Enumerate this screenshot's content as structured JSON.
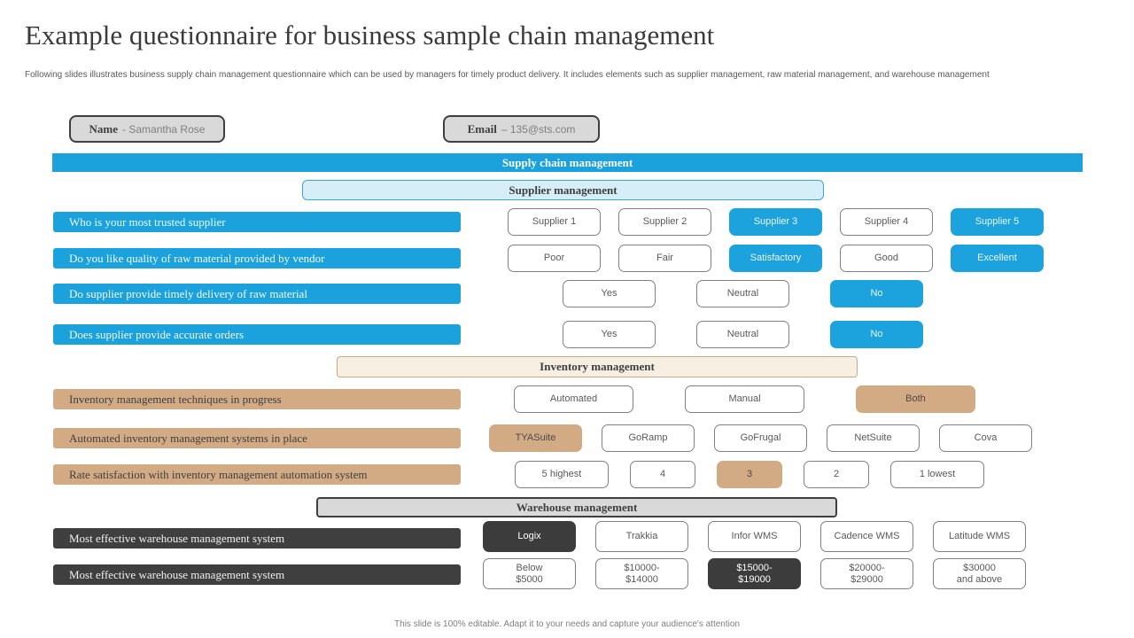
{
  "slide": {
    "title": "Example questionnaire for business sample chain management",
    "subtitle": "Following slides illustrates business supply chain management questionnaire which can be used by managers for timely product delivery. It includes elements such as supplier management, raw material management, and warehouse management",
    "footer": "This slide is 100% editable. Adapt it to your needs and capture your audience's attention"
  },
  "fields": {
    "name_label": "Name",
    "name_value": "- Samantha Rose",
    "email_label": "Email",
    "email_value": "– 135@sts.com"
  },
  "sections": {
    "supply_chain": "Supply chain management",
    "supplier": "Supplier management",
    "inventory": "Inventory management",
    "warehouse": "Warehouse management"
  },
  "colors": {
    "blue": "#1ba1dc",
    "light_blue_fill": "#d6eef8",
    "tan": "#d2ab84",
    "cream_fill": "#f8efe3",
    "gray_fill": "#d9d9d9",
    "dark": "#3f3f3f"
  },
  "questions": [
    {
      "text": "Who is your most trusted supplier",
      "theme": "blue",
      "options": [
        {
          "label": "Supplier 1",
          "selected": false
        },
        {
          "label": "Supplier 2",
          "selected": false
        },
        {
          "label": "Supplier 3",
          "selected": true
        },
        {
          "label": "Supplier 4",
          "selected": false
        },
        {
          "label": "Supplier 5",
          "selected": true
        }
      ]
    },
    {
      "text": "Do you like quality of raw material provided by vendor",
      "theme": "blue",
      "options": [
        {
          "label": "Poor",
          "selected": false
        },
        {
          "label": "Fair",
          "selected": false
        },
        {
          "label": "Satisfactory",
          "selected": true
        },
        {
          "label": "Good",
          "selected": false
        },
        {
          "label": "Excellent",
          "selected": true
        }
      ]
    },
    {
      "text": "Do supplier provide timely delivery of raw material",
      "theme": "blue",
      "options": [
        {
          "label": "Yes",
          "selected": false
        },
        {
          "label": "Neutral",
          "selected": false
        },
        {
          "label": "No",
          "selected": true
        }
      ]
    },
    {
      "text": "Does supplier provide accurate orders",
      "theme": "blue",
      "options": [
        {
          "label": "Yes",
          "selected": false
        },
        {
          "label": "Neutral",
          "selected": false
        },
        {
          "label": "No",
          "selected": true
        }
      ]
    },
    {
      "text": "Inventory management techniques in progress",
      "theme": "tan",
      "options": [
        {
          "label": "Automated",
          "selected": false
        },
        {
          "label": "Manual",
          "selected": false
        },
        {
          "label": "Both",
          "selected": true
        }
      ]
    },
    {
      "text": "Automated inventory management systems in place",
      "theme": "tan",
      "options": [
        {
          "label": "TYASuite",
          "selected": true
        },
        {
          "label": "GoRamp",
          "selected": false
        },
        {
          "label": "GoFrugal",
          "selected": false
        },
        {
          "label": "NetSuite",
          "selected": false
        },
        {
          "label": "Cova",
          "selected": false
        }
      ]
    },
    {
      "text": "Rate satisfaction with inventory management automation system",
      "theme": "tan",
      "options": [
        {
          "label": "5 highest",
          "selected": false
        },
        {
          "label": "4",
          "selected": false
        },
        {
          "label": "3",
          "selected": true
        },
        {
          "label": "2",
          "selected": false
        },
        {
          "label": "1 lowest",
          "selected": false
        }
      ]
    },
    {
      "text": "Most effective warehouse management system",
      "theme": "dark",
      "options": [
        {
          "label": "Logix",
          "selected": true
        },
        {
          "label": "Trakkia",
          "selected": false
        },
        {
          "label": "Infor WMS",
          "selected": false
        },
        {
          "label": "Cadence WMS",
          "selected": false
        },
        {
          "label": "Latitude WMS",
          "selected": false
        }
      ]
    },
    {
      "text": "Most effective warehouse management system",
      "theme": "dark",
      "options": [
        {
          "label": "Below",
          "line2": "$5000",
          "selected": false
        },
        {
          "label": "$10000-",
          "line2": "$14000",
          "selected": false
        },
        {
          "label": "$15000-",
          "line2": "$19000",
          "selected": true
        },
        {
          "label": "$20000-",
          "line2": "$29000",
          "selected": false
        },
        {
          "label": "$30000",
          "line2": "and above",
          "selected": false
        }
      ]
    }
  ]
}
